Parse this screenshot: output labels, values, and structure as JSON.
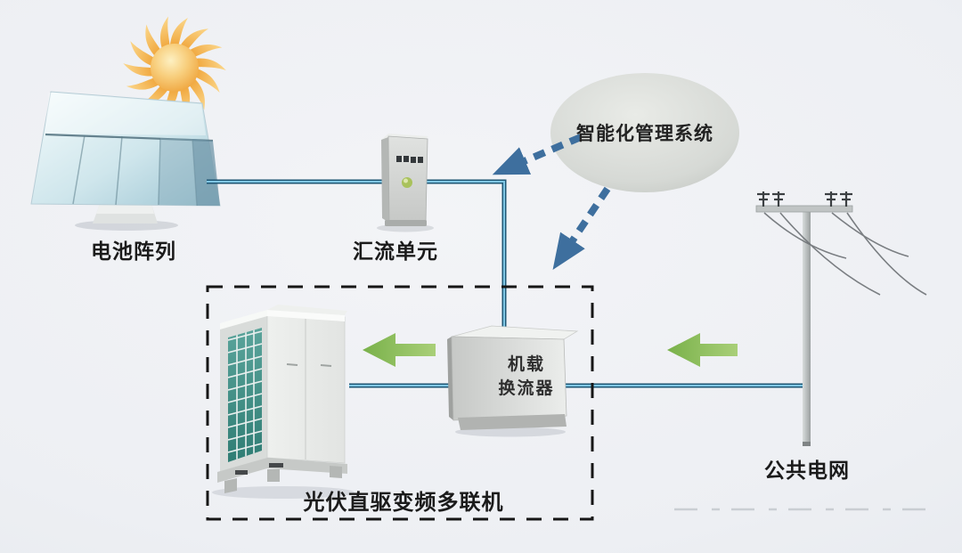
{
  "diagram": {
    "labels": {
      "battery_array": "电池阵列",
      "combiner_unit": "汇流单元",
      "management_system": "智能化管理系统",
      "public_grid": "公共电网",
      "converter_line1": "机载",
      "converter_line2": "换流器",
      "multi_split_unit": "光伏直驱变频多联机"
    },
    "colors": {
      "background": "#edeff3",
      "dc_line_dark": "#1f5876",
      "dc_line_light": "#7fc6e4",
      "signal_arrow_blue": "#3e6f9e",
      "power_arrow_green": "#8dc05a",
      "dashed_border": "#1a1a1a",
      "ellipse_fill": "#d6d9d5",
      "sun_orange": "#f2a93e",
      "hvac_grille_teal": "#4a958c",
      "label_text": "#1b1b1b"
    },
    "icons": [
      "sun-icon",
      "solar-panel-icon",
      "combiner-cabinet-icon",
      "management-ellipse",
      "utility-pole-icon",
      "converter-box-icon",
      "hvac-unit-icon",
      "signal-arrow-icon",
      "power-arrow-icon"
    ]
  }
}
